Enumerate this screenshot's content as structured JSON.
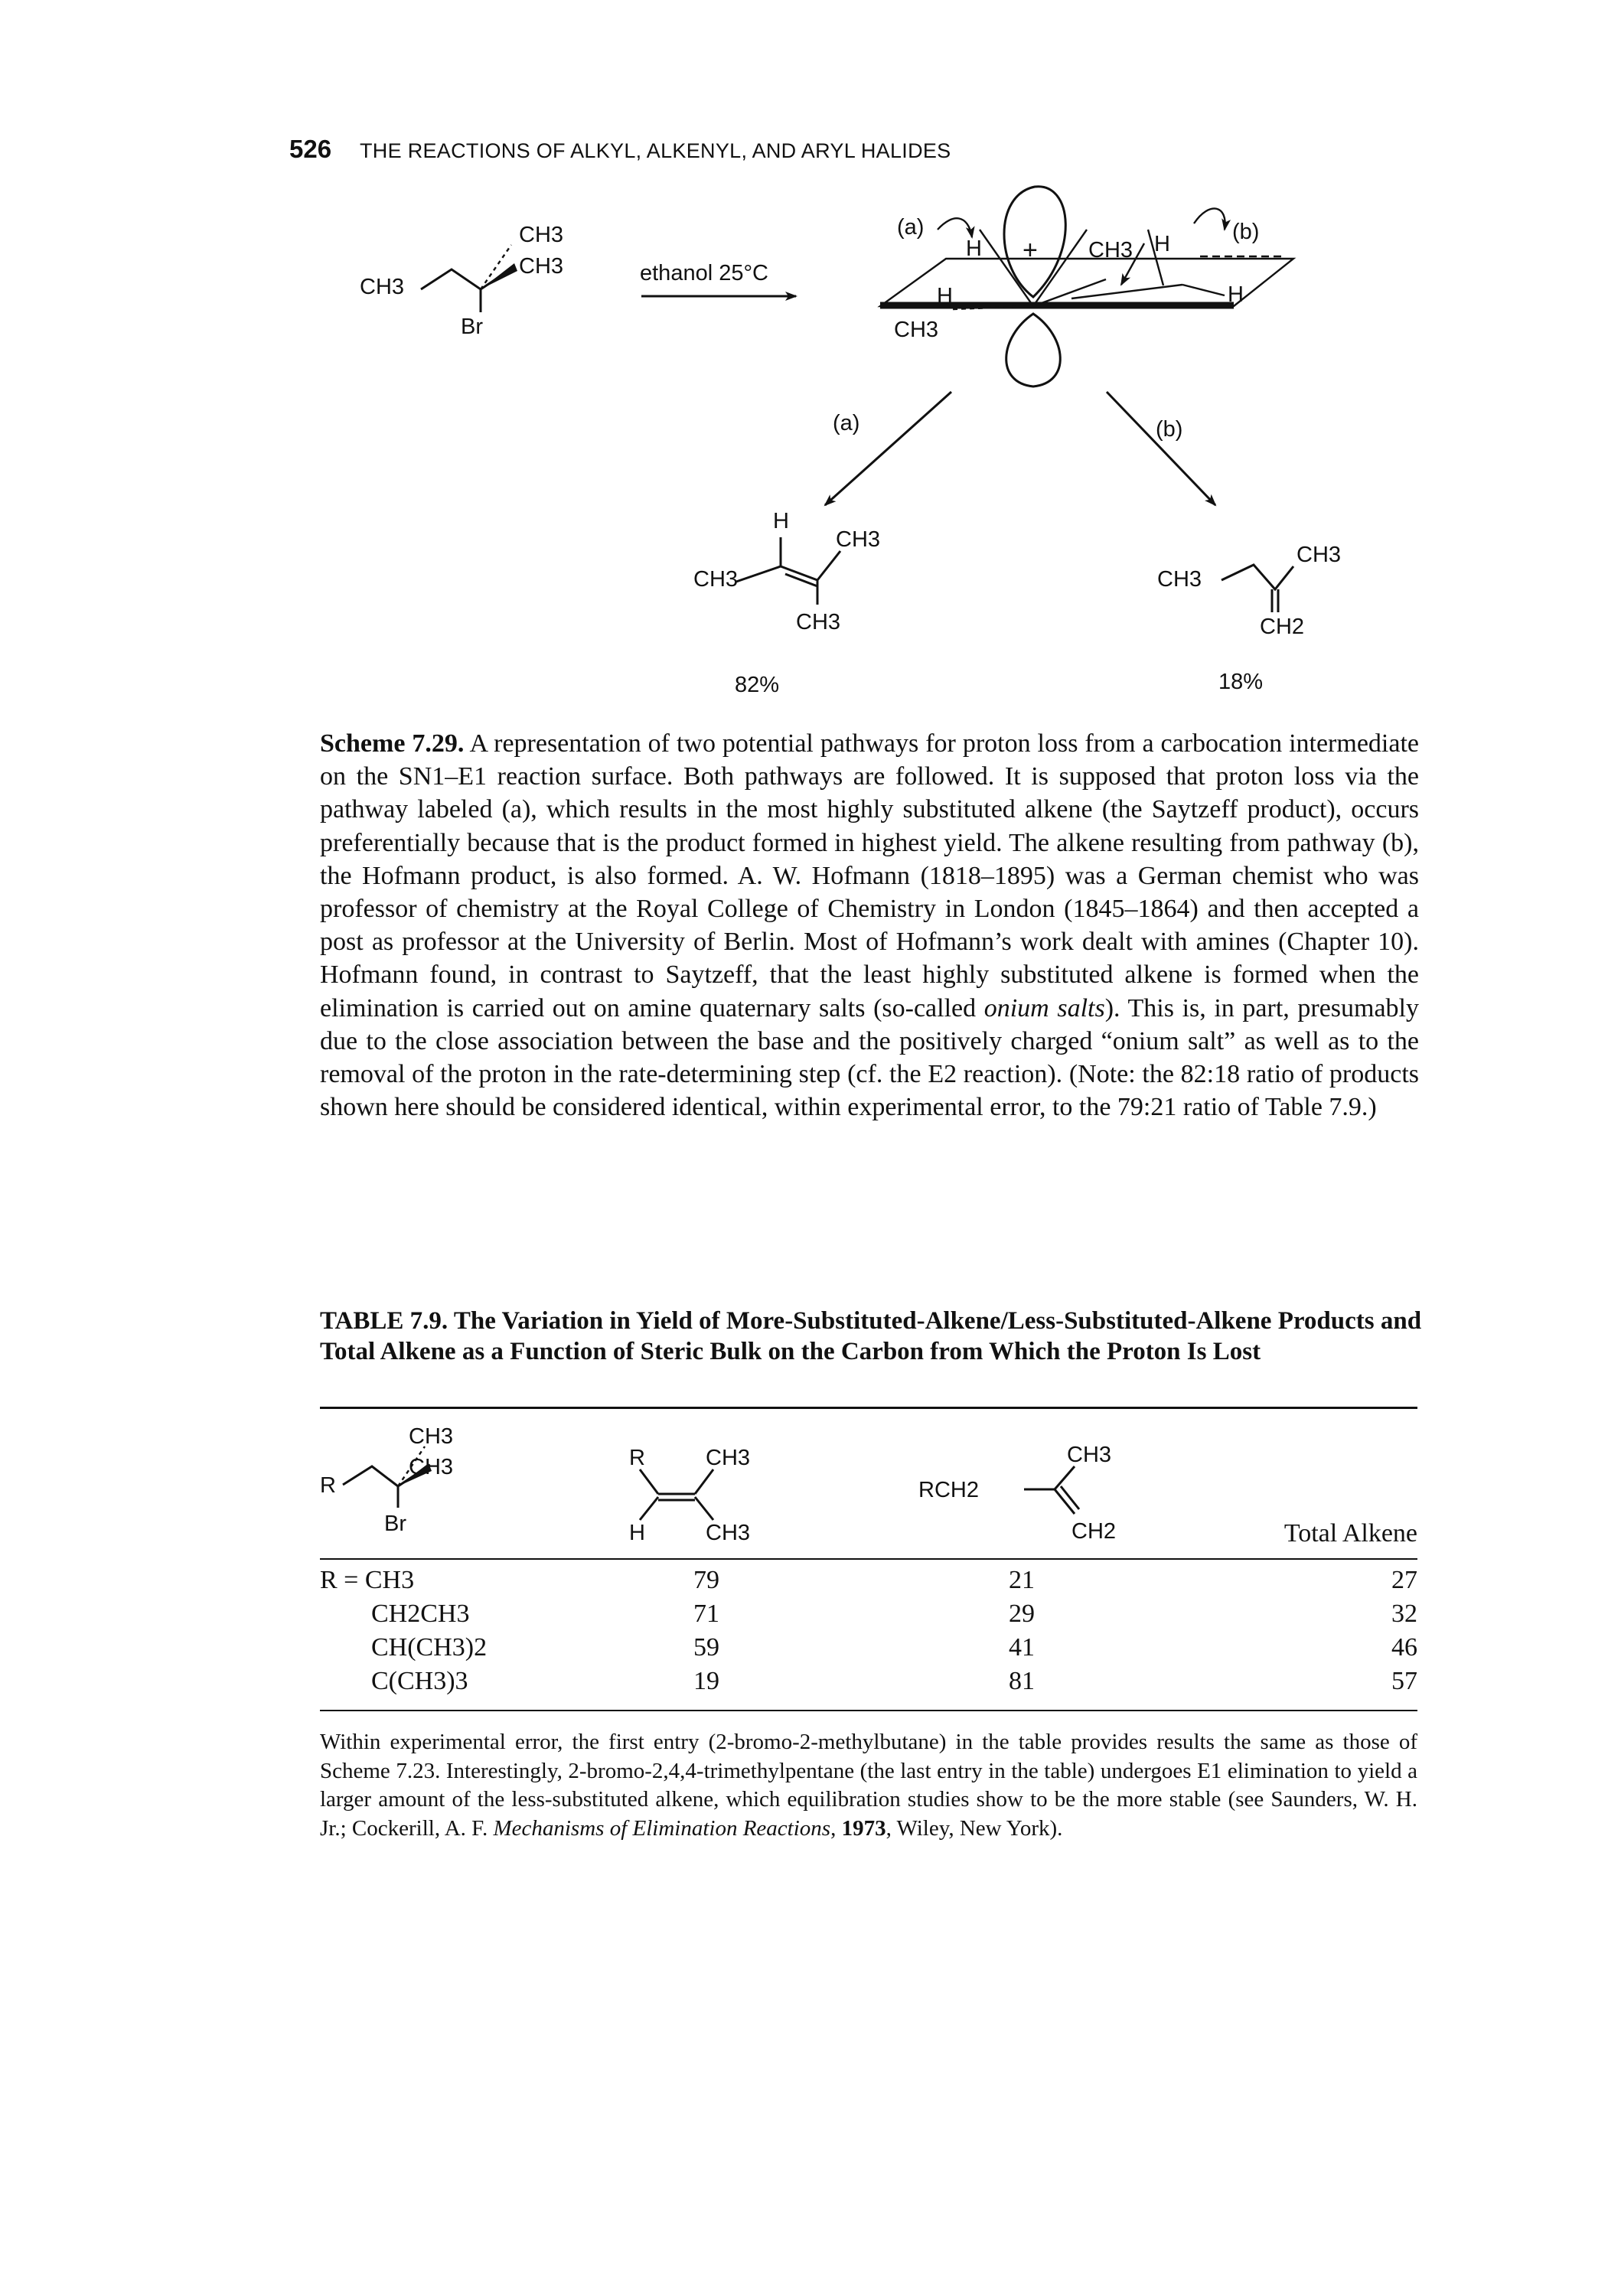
{
  "header": {
    "page_number": "526",
    "running_head": "THE REACTIONS OF ALKYL, ALKENYL, AND ARYL HALIDES"
  },
  "scheme": {
    "reactant": {
      "ch3_top": "CH3",
      "ch3_mid": "CH3",
      "ch3_left": "CH3",
      "br": "Br"
    },
    "arrow_label": "ethanol 25°C",
    "intermediate": {
      "path_a": "(a)",
      "path_b": "(b)",
      "plus": "+",
      "ch3_upper": "CH3",
      "ch3_lower": "CH3",
      "h1": "H",
      "h2": "H",
      "h3": "H",
      "h4": "H"
    },
    "branch_a_label": "(a)",
    "branch_b_label": "(b)",
    "product_a": {
      "h": "H",
      "ch3_right": "CH3",
      "ch3_left": "CH3",
      "ch3_bottom": "CH3",
      "yield": "82%"
    },
    "product_b": {
      "ch3_right": "CH3",
      "ch3_left": "CH3",
      "ch2": "CH2",
      "yield": "18%"
    }
  },
  "caption": {
    "label": "Scheme 7.29.",
    "part1": " A representation of two potential pathways for proton loss from a carbocation intermediate on the SN1–E1 reaction surface. Both pathways are followed. It is supposed that proton loss via the pathway labeled (a), which results in the most highly substituted alkene (the Saytzeff product), occurs preferentially because that is the product formed in highest yield. The alkene resulting from pathway (b), the Hofmann product, is also formed. A. W. Hofmann (1818–1895) was a German chemist who was professor of chemistry at the Royal College of Chemistry in London (1845–1864) and then accepted a post as professor at the University of Berlin. Most of Hofmann’s work dealt with amines (Chapter 10). Hofmann found, in contrast to Saytzeff, that the least highly substituted alkene is formed when the elimination is carried out on amine quaternary salts (so-called ",
    "italic": "onium salts",
    "part2": "). This is, in part, presumably due to the close association between the base and the positively charged “onium salt” as well as to the removal of the proton in the rate-determining step (cf. the E2 reaction). (Note: the 82:18 ratio of products shown here should be considered identical, within experimental error, to the 79:21 ratio of Table 7.9.)"
  },
  "table": {
    "title": "TABLE 7.9. The Variation in Yield of More-Substituted-Alkene/Less-Substituted-Alkene Products and Total Alkene as a Function of Steric Bulk on the Carbon from Which the Proton Is Lost",
    "headers": {
      "col1": {
        "r": "R",
        "ch3_a": "CH3",
        "ch3_b": "CH3",
        "br": "Br"
      },
      "col2": {
        "r": "R",
        "ch3_a": "CH3",
        "h": "H",
        "ch3_b": "CH3"
      },
      "col3": {
        "ch3": "CH3",
        "rch2": "RCH2",
        "ch2": "CH2"
      },
      "col4": "Total Alkene"
    },
    "rows": [
      {
        "r": "R = CH3",
        "more": "79",
        "less": "21",
        "total": "27"
      },
      {
        "r": "CH2CH3",
        "more": "71",
        "less": "29",
        "total": "32"
      },
      {
        "r": "CH(CH3)2",
        "more": "59",
        "less": "41",
        "total": "46"
      },
      {
        "r": "C(CH3)3",
        "more": "19",
        "less": "81",
        "total": "57"
      }
    ]
  },
  "footnote": {
    "part1": "Within experimental error, the first entry (2-bromo-2-methylbutane) in the table provides results the same as those of Scheme 7.23. Interestingly, 2-bromo-2,4,4-trimethylpentane (the last entry in the table) undergoes E1 elimination to yield a larger amount of the less-substituted alkene, which equilibration studies show to be the more stable (see Saunders, W. H. Jr.; Cockerill, A. F. ",
    "italic": "Mechanisms of Elimination Reactions",
    "sep": ", ",
    "year": "1973",
    "part2": ", Wiley, New York)."
  }
}
